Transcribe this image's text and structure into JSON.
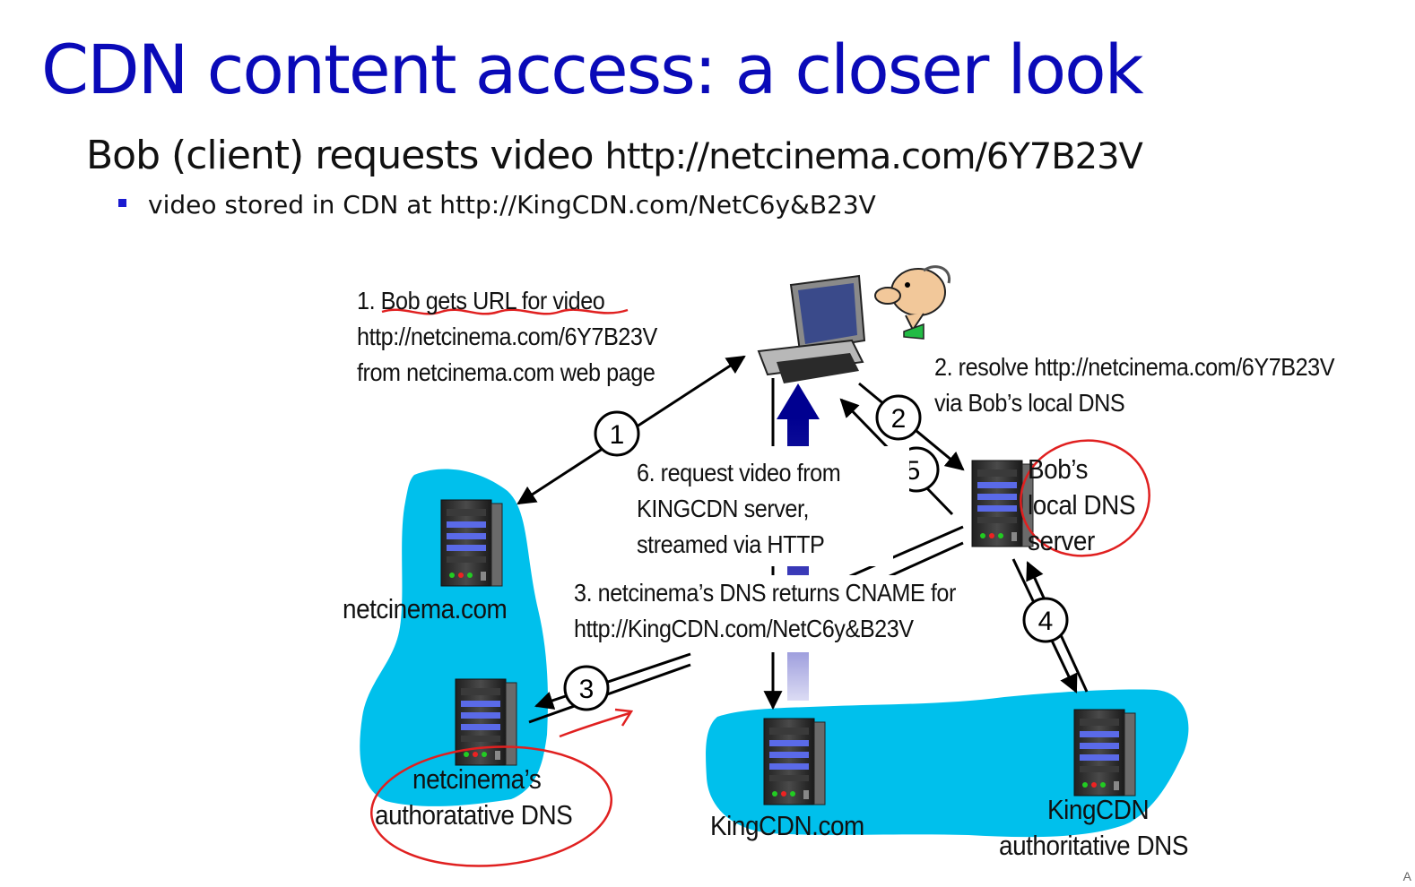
{
  "slide": {
    "title": "CDN content access: a closer look",
    "subtitle_prefix": "Bob (client) requests video ",
    "subtitle_url": "http://netcinema.com/6Y7B23V",
    "bullet": "video stored in CDN at http://KingCDN.com/NetC6y&B23V",
    "corner_mark": "A"
  },
  "diagram": {
    "nodes": {
      "netcinema": "netcinema.com",
      "netcinema_dns_line1": "netcinema’s",
      "netcinema_dns_line2": "authoratative DNS",
      "kingcdn": "KingCDN.com",
      "kingcdn_dns_line1": "KingCDN",
      "kingcdn_dns_line2": "authoritative DNS",
      "local_dns_line1": "Bob’s",
      "local_dns_line2": "local DNS",
      "local_dns_line3": "server"
    },
    "steps": {
      "s1_line1": "1. Bob gets URL for video",
      "s1_line2": "http://netcinema.com/6Y7B23V",
      "s1_line3": "from netcinema.com web page",
      "s2_line1": "2. resolve http://netcinema.com/6Y7B23V",
      "s2_line2": "via Bob’s local DNS",
      "s3_line1": "3. netcinema’s DNS returns CNAME for",
      "s3_line2": "http://KingCDN.com/NetC6y&B23V",
      "s6_line1": "6. request video from",
      "s6_line2": "KINGCDN server,",
      "s6_line3": "streamed via HTTP"
    },
    "step_numbers": [
      "1",
      "2",
      "3",
      "4",
      "5"
    ],
    "colors": {
      "title": "#0a0ab8",
      "cloud": "#00c0ec",
      "annotation_red": "#e02020",
      "stream_arrow": "#000090"
    },
    "icons": [
      "desktop-computer-icon",
      "bob-cartoon-icon",
      "server-icon"
    ]
  }
}
